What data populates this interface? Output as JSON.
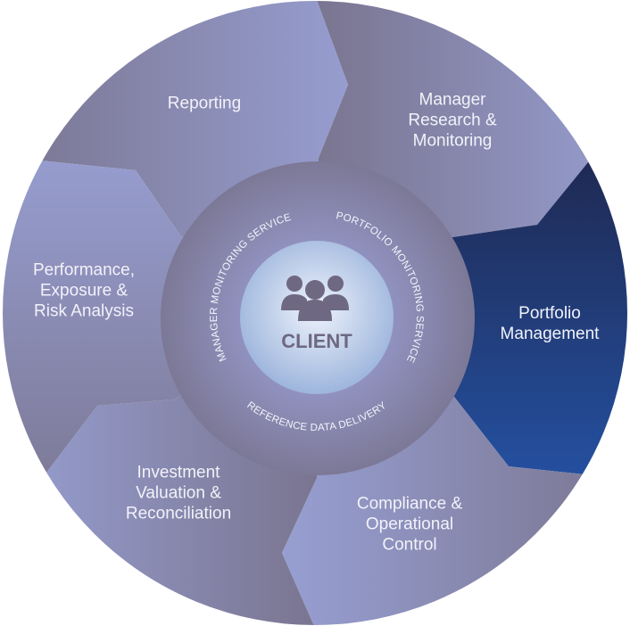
{
  "center": {
    "label": "CLIENT",
    "icon": "people-group-icon"
  },
  "ring": {
    "manager_monitoring": "MANAGER MONITORING SERVICE",
    "portfolio_monitoring": "PORTFOLIO MONITORING SERVICE",
    "reference_data": "REFERENCE DATA DELIVERY"
  },
  "segments": [
    {
      "name": "reporting",
      "lines": [
        "Reporting"
      ]
    },
    {
      "name": "manager-research",
      "lines": [
        "Manager",
        "Research &",
        "Monitoring"
      ]
    },
    {
      "name": "portfolio-management",
      "lines": [
        "Portfolio",
        "Management"
      ]
    },
    {
      "name": "compliance",
      "lines": [
        "Compliance &",
        "Operational",
        "Control"
      ]
    },
    {
      "name": "investment-valuation",
      "lines": [
        "Investment",
        "Valuation &",
        "Reconciliation"
      ]
    },
    {
      "name": "performance",
      "lines": [
        "Performance,",
        "Exposure &",
        "Risk Analysis"
      ]
    }
  ],
  "colors": {
    "segment_light": "#969dcf",
    "segment_dark": "#7a7590",
    "highlight_top": "#1e2448",
    "highlight_bottom": "#2450a0",
    "client_text": "#6e6882"
  }
}
